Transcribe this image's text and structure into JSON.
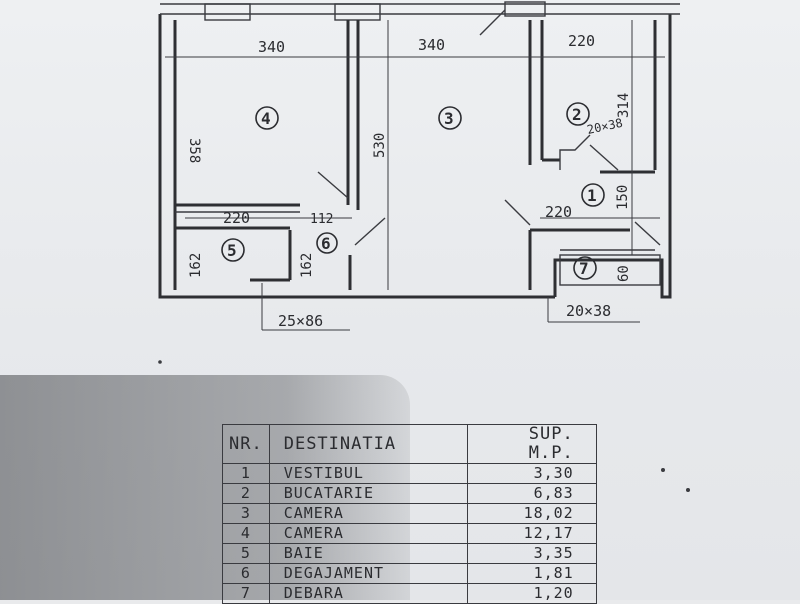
{
  "plan": {
    "dimensions": {
      "room4_width": "340",
      "room3_width": "340",
      "room2_width": "220",
      "room4_height": "358",
      "room3_height": "530",
      "room2_height": "314",
      "room2_opening": "20×38",
      "hall_width": "220",
      "hall_height": "150",
      "bath_width": "220",
      "hallway_width": "112",
      "bath_height": "162",
      "hallway_height": "162",
      "storage_height": "60",
      "duct_left": "25×86",
      "duct_right": "20×38"
    },
    "rooms": [
      {
        "number": "1"
      },
      {
        "number": "2"
      },
      {
        "number": "3"
      },
      {
        "number": "4"
      },
      {
        "number": "5"
      },
      {
        "number": "6"
      },
      {
        "number": "7"
      }
    ]
  },
  "legend": {
    "headers": {
      "nr": "NR.",
      "destination": "DESTINATIA",
      "area": "SUP. M.P."
    },
    "rows": [
      {
        "nr": "1",
        "destination": "VESTIBUL",
        "area": "3,30"
      },
      {
        "nr": "2",
        "destination": "BUCATARIE",
        "area": "6,83"
      },
      {
        "nr": "3",
        "destination": "CAMERA",
        "area": "18,02"
      },
      {
        "nr": "4",
        "destination": "CAMERA",
        "area": "12,17"
      },
      {
        "nr": "5",
        "destination": "BAIE",
        "area": "3,35"
      },
      {
        "nr": "6",
        "destination": "DEGAJAMENT",
        "area": "1,81"
      },
      {
        "nr": "7",
        "destination": "DEBARA",
        "area": "1,20"
      }
    ]
  }
}
